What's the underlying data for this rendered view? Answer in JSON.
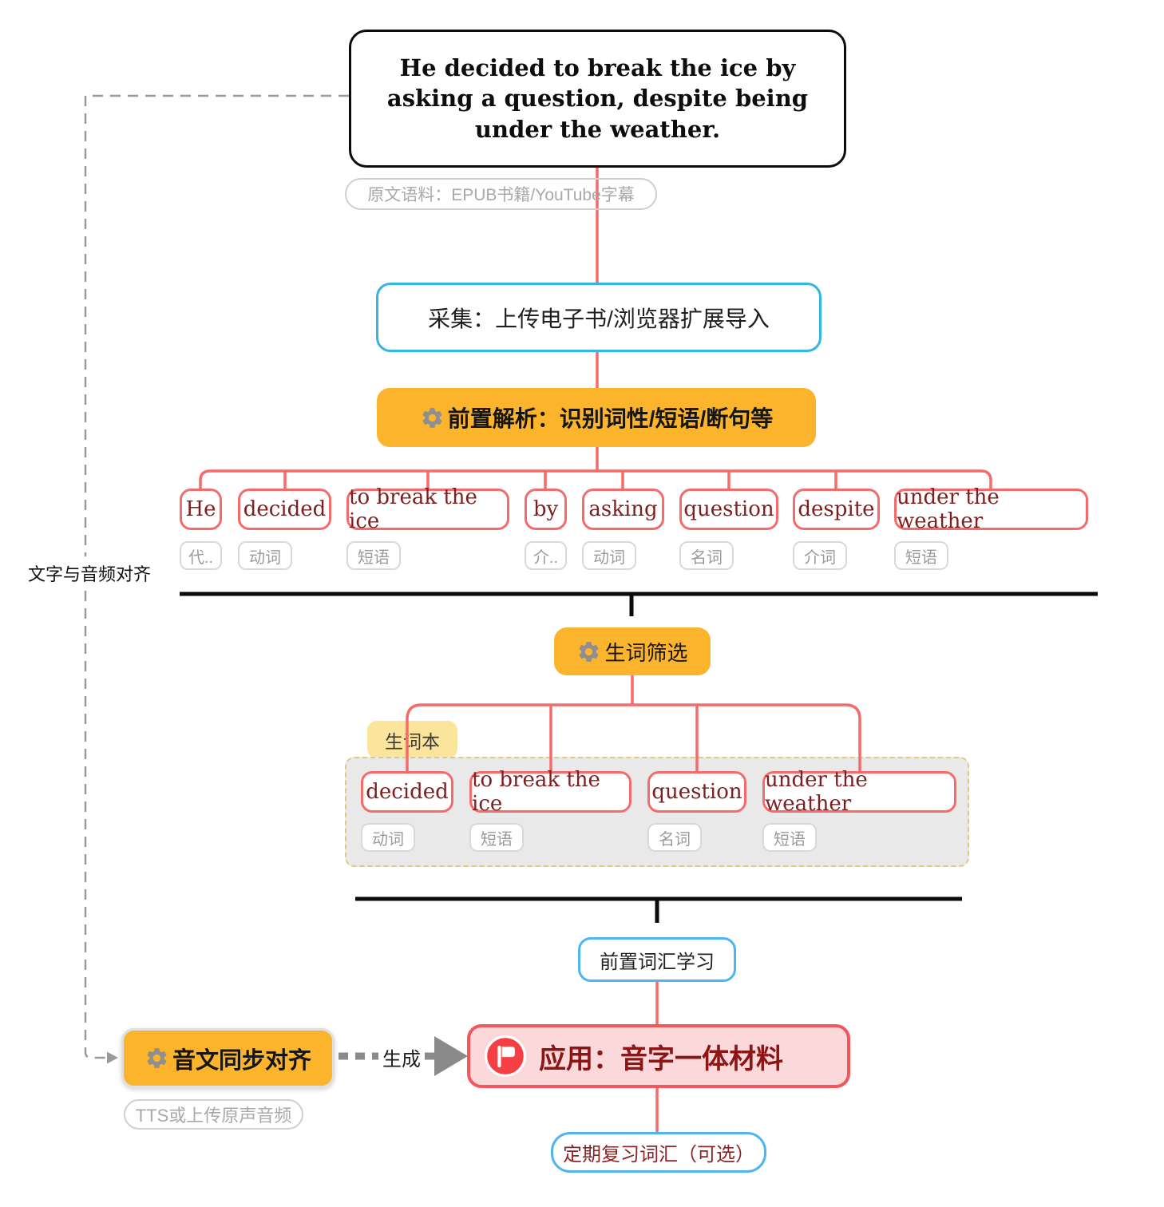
{
  "source": {
    "sentence": "He decided to break the ice by asking a question, despite being under the weather.",
    "note": "原文语料：EPUB书籍/YouTube字幕"
  },
  "steps": {
    "collect": "采集：上传电子书/浏览器扩展导入",
    "parse": "前置解析：识别词性/短语/断句等",
    "filter": "生词筛选",
    "prelearn": "前置词汇学习",
    "align": "音文同步对齐",
    "align_note": "TTS或上传原声音频",
    "generate_label": "生成",
    "apply": "应用：音字一体材料",
    "review": "定期复习词汇（可选）"
  },
  "side_label": "文字与音频对齐",
  "wordbook_label": "生词本",
  "parsed_words": [
    {
      "text": "He",
      "pos": "代.."
    },
    {
      "text": "decided",
      "pos": "动词"
    },
    {
      "text": "to break the ice",
      "pos": "短语"
    },
    {
      "text": "by",
      "pos": "介.."
    },
    {
      "text": "asking",
      "pos": "动词"
    },
    {
      "text": "question",
      "pos": "名词"
    },
    {
      "text": "despite",
      "pos": "介词"
    },
    {
      "text": "under the weather",
      "pos": "短语"
    }
  ],
  "new_words": [
    {
      "text": "decided",
      "pos": "动词"
    },
    {
      "text": "to break the ice",
      "pos": "短语"
    },
    {
      "text": "question",
      "pos": "名词"
    },
    {
      "text": "under the weather",
      "pos": "短语"
    }
  ],
  "colors": {
    "connector_red": "#f56b6b",
    "node_text_maroon": "#7e1e1e",
    "step_orange": "#fbb42c",
    "cyan_border": "#35b6e0",
    "blue_border": "#4db6f2",
    "apply_bg": "#fbd9db",
    "apply_border": "#f4565c",
    "wordbook_yellow": "#fbe49b",
    "container_gray": "#e9e9e9"
  }
}
